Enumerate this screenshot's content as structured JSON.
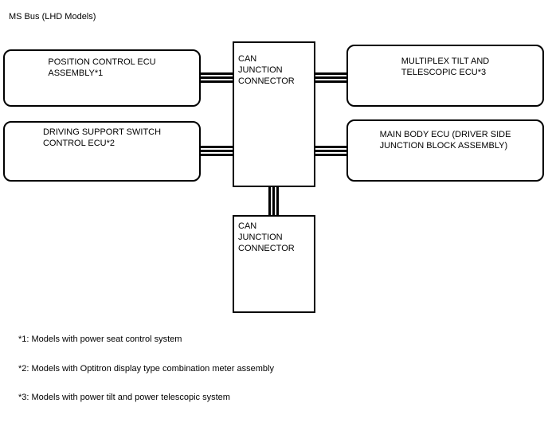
{
  "title": "MS Bus (LHD Models)",
  "nodes": {
    "position_control": {
      "label": "POSITION CONTROL ECU\nASSEMBLY*1"
    },
    "driving_support": {
      "label": "DRIVING SUPPORT SWITCH\nCONTROL ECU*2"
    },
    "multiplex_tilt": {
      "label": "MULTIPLEX TILT AND\nTELESCOPIC ECU*3"
    },
    "main_body": {
      "label": "MAIN BODY ECU (DRIVER SIDE\nJUNCTION BLOCK ASSEMBLY)"
    },
    "can_junction_top": {
      "label": "CAN\nJUNCTION\nCONNECTOR"
    },
    "can_junction_bottom": {
      "label": "CAN\nJUNCTION\nCONNECTOR"
    }
  },
  "footnotes": [
    "*1: Models with power seat control system",
    "*2: Models with Optitron display type combination meter assembly",
    "*3: Models with power tilt and power telescopic system"
  ],
  "colors": {
    "line": "#000000",
    "background": "#ffffff"
  }
}
